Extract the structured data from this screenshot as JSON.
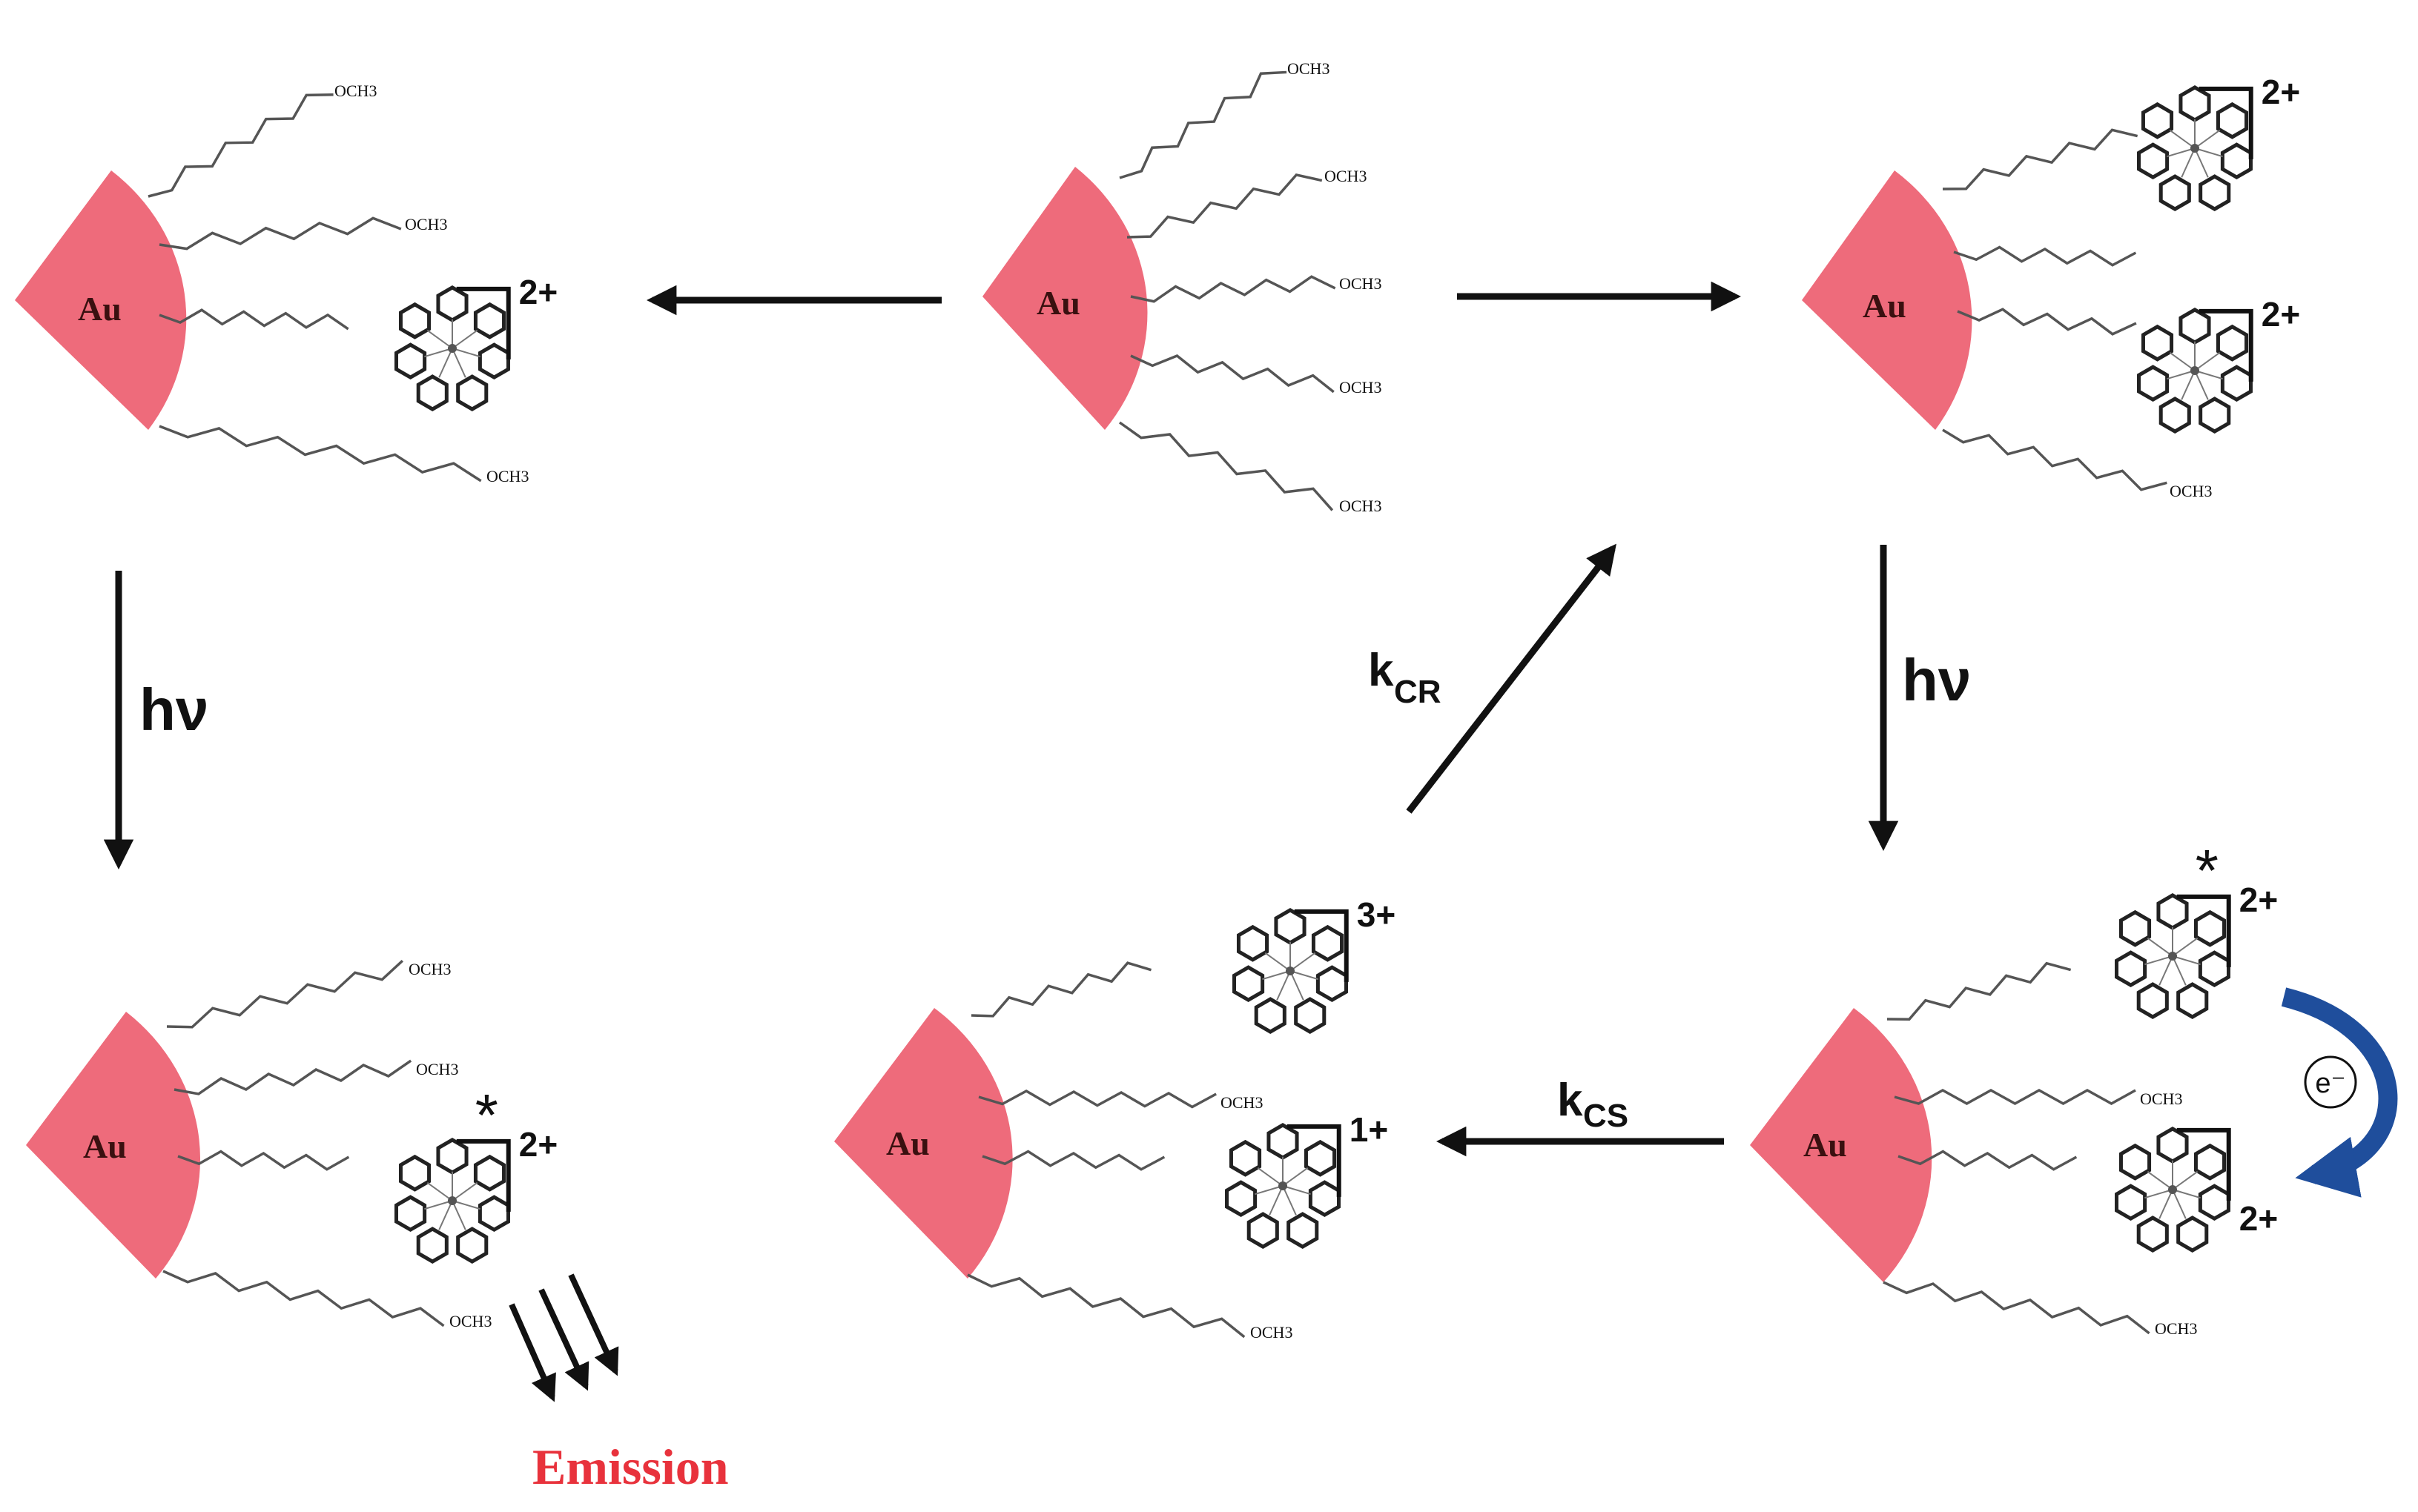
{
  "labels": {
    "au": "Au",
    "ch3": "OCH3",
    "hv": "hν",
    "k_prefix": "k",
    "kcr_sub": "CR",
    "kcs_sub": "CS",
    "charge_2": "2+",
    "charge_3": "3+",
    "charge_1": "1+",
    "star": "*",
    "electron": "e⁻",
    "emission": "Emission"
  },
  "colors": {
    "au_sector": "#ee6b7b",
    "emission_text": "#e8323c",
    "electron_arrow": "#1f4e9c",
    "ink": "#111111",
    "chain": "#555555"
  }
}
